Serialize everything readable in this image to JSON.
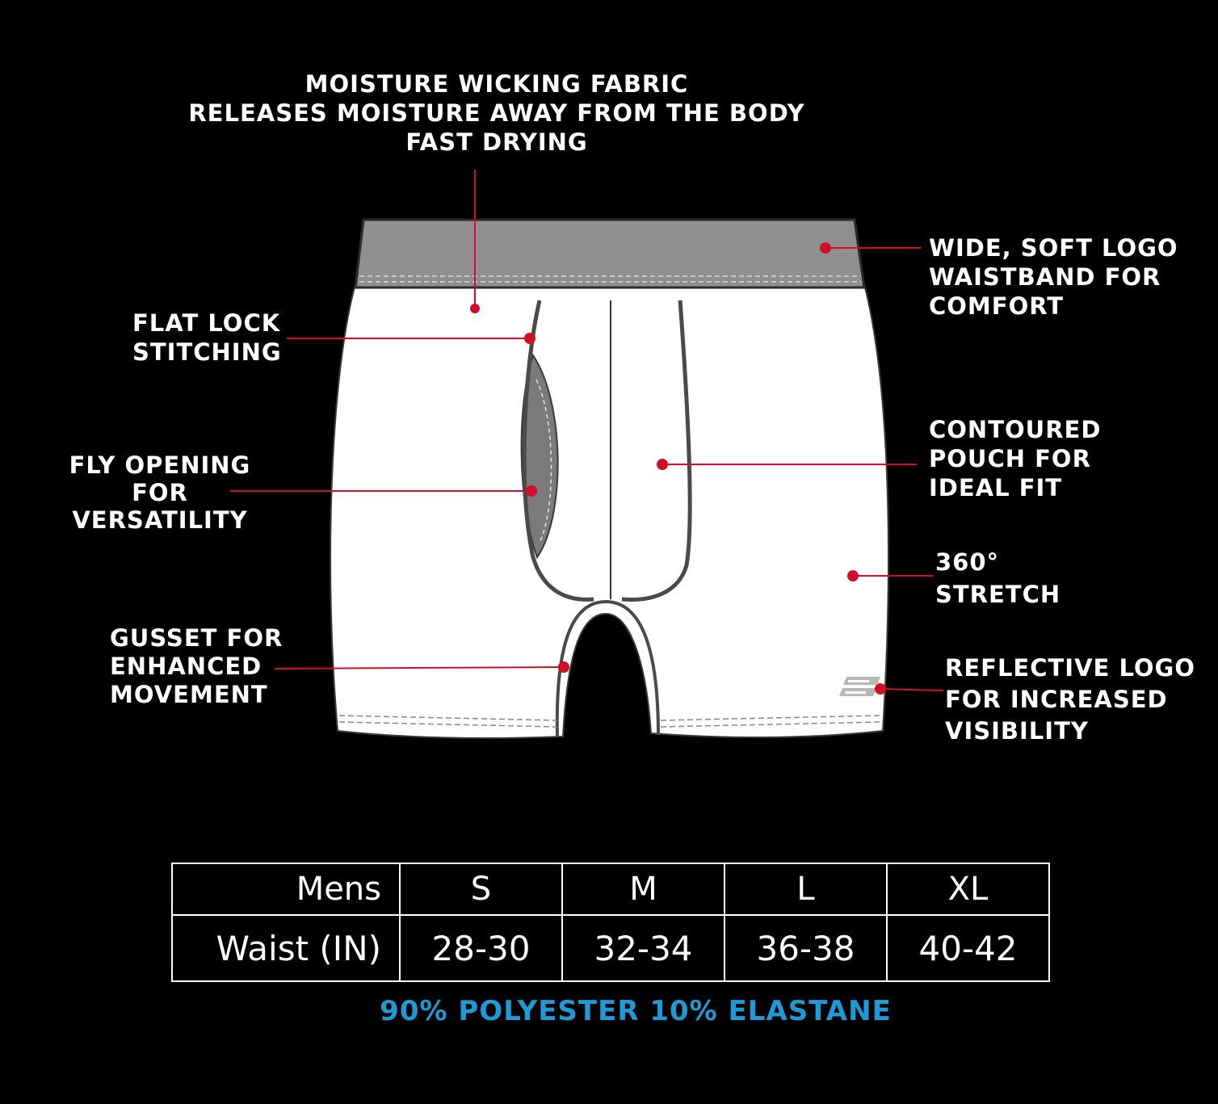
{
  "callouts": {
    "moisture": [
      "MOISTURE WICKING FABRIC",
      "RELEASES MOISTURE AWAY FROM THE BODY",
      "FAST DRYING"
    ],
    "waistband": [
      "WIDE, SOFT LOGO",
      "WAISTBAND FOR",
      "COMFORT"
    ],
    "flatlock": [
      "FLAT LOCK",
      "STITCHING"
    ],
    "pouch": [
      "CONTOURED",
      "POUCH FOR",
      "IDEAL FIT"
    ],
    "fly": [
      "FLY OPENING",
      "FOR",
      "VERSATILITY"
    ],
    "stretch": [
      "360°",
      "STRETCH"
    ],
    "gusset": [
      "GUSSET FOR",
      "ENHANCED",
      "MOVEMENT"
    ],
    "reflective": [
      "REFLECTIVE LOGO",
      "FOR INCREASED",
      "VISIBILITY"
    ]
  },
  "size_table": {
    "header": [
      "Mens",
      "S",
      "M",
      "L",
      "XL"
    ],
    "row": [
      "Waist (IN)",
      "28-30",
      "32-34",
      "36-38",
      "40-42"
    ]
  },
  "fabric": "90% POLYESTER 10% ELASTANE",
  "colors": {
    "background": "#000000",
    "callout_line": "#d0102a",
    "waistband": "#8f8f8f",
    "garment": "#ffffff",
    "fabric_text": "#1e9ad6"
  }
}
